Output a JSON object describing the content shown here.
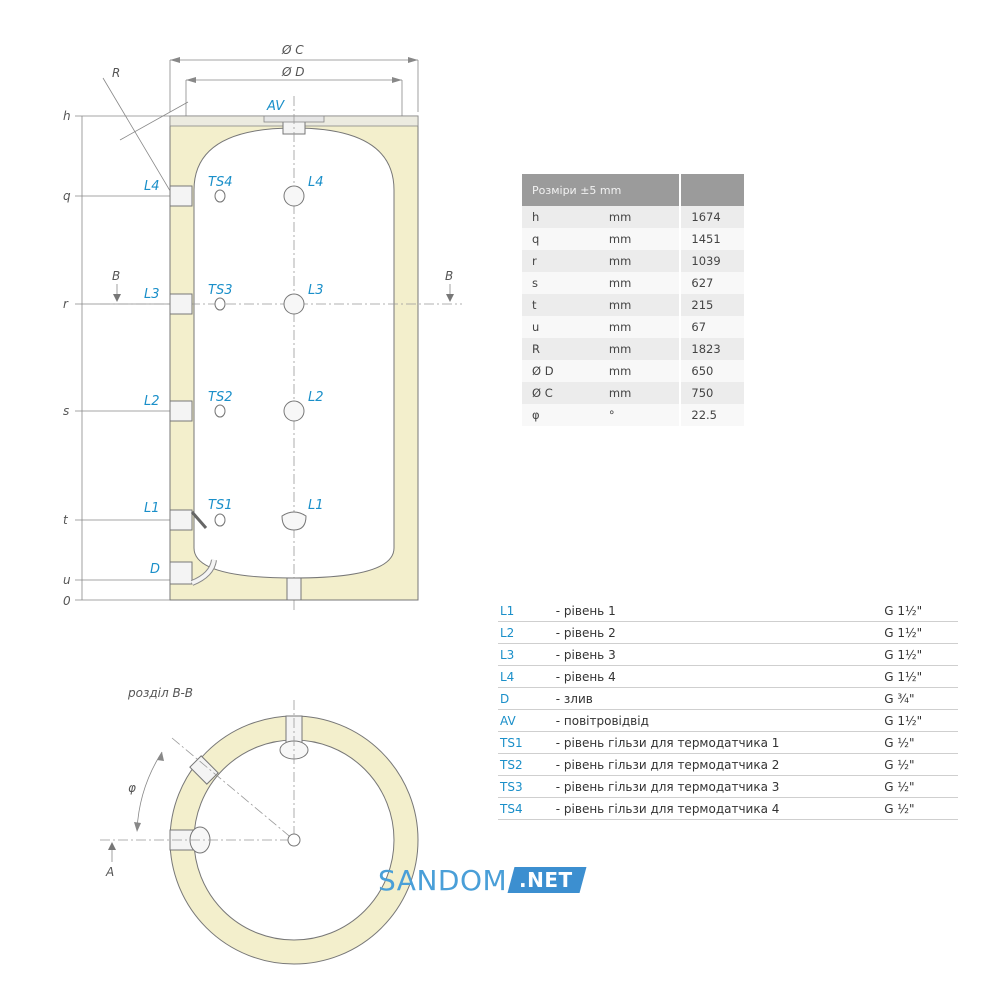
{
  "front_view": {
    "dim_labels": [
      "Ø C",
      "Ø D",
      "R"
    ],
    "height_labels": [
      "h",
      "q",
      "r",
      "s",
      "t",
      "u",
      "0"
    ],
    "section_mark": "B",
    "top_nozzle": "AV",
    "side_nozzles": [
      "L4",
      "L3",
      "L2",
      "L1",
      "D"
    ],
    "sensor_labels": [
      "TS4",
      "TS3",
      "TS2",
      "TS1"
    ],
    "center_labels": [
      "L4",
      "L3",
      "L2",
      "L1"
    ]
  },
  "section_view": {
    "title": "розділ B-B",
    "angle_label": "φ",
    "view_label": "A"
  },
  "dimensions_table": {
    "header": "Розміри ±5 mm",
    "rows": [
      {
        "param": "h",
        "unit": "mm",
        "value": "1674"
      },
      {
        "param": "q",
        "unit": "mm",
        "value": "1451"
      },
      {
        "param": "r",
        "unit": "mm",
        "value": "1039"
      },
      {
        "param": "s",
        "unit": "mm",
        "value": "627"
      },
      {
        "param": "t",
        "unit": "mm",
        "value": "215"
      },
      {
        "param": "u",
        "unit": "mm",
        "value": "67"
      },
      {
        "param": "R",
        "unit": "mm",
        "value": "1823"
      },
      {
        "param": "Ø D",
        "unit": "mm",
        "value": "650"
      },
      {
        "param": "Ø C",
        "unit": "mm",
        "value": "750"
      },
      {
        "param": "φ",
        "unit": "°",
        "value": "22.5"
      }
    ]
  },
  "connections": [
    {
      "code": "L1",
      "description": "- рівень 1",
      "size": "G 1½\""
    },
    {
      "code": "L2",
      "description": "- рівень 2",
      "size": "G 1½\""
    },
    {
      "code": "L3",
      "description": "- рівень 3",
      "size": "G 1½\""
    },
    {
      "code": "L4",
      "description": "- рівень 4",
      "size": "G 1½\""
    },
    {
      "code": "D",
      "description": "- злив",
      "size": "G ¾\""
    },
    {
      "code": "AV",
      "description": "- повітровідвід",
      "size": "G 1½\""
    },
    {
      "code": "TS1",
      "description": "- рівень гільзи для термодатчика 1",
      "size": "G ½\""
    },
    {
      "code": "TS2",
      "description": "- рівень гільзи для термодатчика 2",
      "size": "G ½\""
    },
    {
      "code": "TS3",
      "description": "- рівень гільзи для термодатчика 3",
      "size": "G ½\""
    },
    {
      "code": "TS4",
      "description": "- рівень гільзи для термодатчика 4",
      "size": "G ½\""
    }
  ],
  "watermark": {
    "brand": "SANDOM",
    "suffix": ".NET"
  },
  "colors": {
    "insulation": "#f3efcc",
    "label_blue": "#1a8fc9",
    "table_header": "#9b9b9b"
  }
}
